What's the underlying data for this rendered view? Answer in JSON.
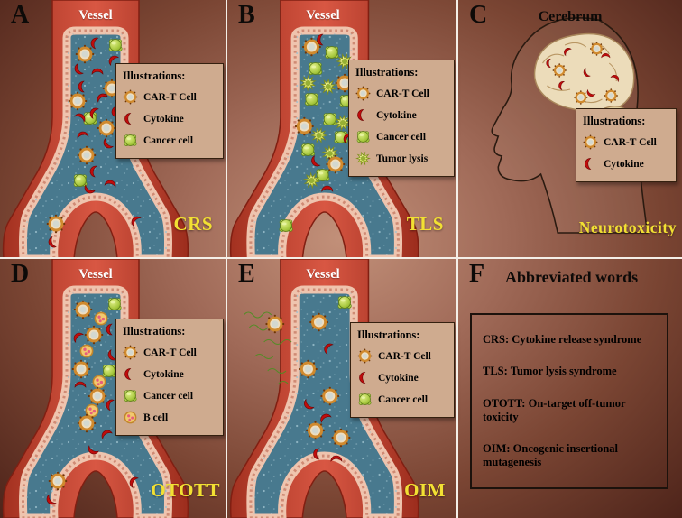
{
  "panels": {
    "a": {
      "letter": "A",
      "vessel_label": "Vessel",
      "name": "CRS",
      "legend": {
        "title": "Illustrations:",
        "items": [
          {
            "icon": "car-t-cell-icon",
            "label": "CAR-T Cell"
          },
          {
            "icon": "cytokine-icon",
            "label": "Cytokine"
          },
          {
            "icon": "cancer-cell-icon",
            "label": "Cancer cell"
          }
        ]
      }
    },
    "b": {
      "letter": "B",
      "vessel_label": "Vessel",
      "name": "TLS",
      "legend": {
        "title": "Illustrations:",
        "items": [
          {
            "icon": "car-t-cell-icon",
            "label": "CAR-T Cell"
          },
          {
            "icon": "cytokine-icon",
            "label": "Cytokine"
          },
          {
            "icon": "cancer-cell-icon",
            "label": "Cancer cell"
          },
          {
            "icon": "tumor-lysis-icon",
            "label": "Tumor lysis"
          }
        ]
      }
    },
    "c": {
      "letter": "C",
      "title": "Cerebrum",
      "name": "Neurotoxicity",
      "legend": {
        "title": "Illustrations:",
        "items": [
          {
            "icon": "car-t-cell-icon",
            "label": "CAR-T Cell"
          },
          {
            "icon": "cytokine-icon",
            "label": "Cytokine"
          }
        ]
      }
    },
    "d": {
      "letter": "D",
      "vessel_label": "Vessel",
      "name": "OTOTT",
      "legend": {
        "title": "Illustrations:",
        "items": [
          {
            "icon": "car-t-cell-icon",
            "label": "CAR-T Cell"
          },
          {
            "icon": "cytokine-icon",
            "label": "Cytokine"
          },
          {
            "icon": "cancer-cell-icon",
            "label": "Cancer cell"
          },
          {
            "icon": "b-cell-icon",
            "label": "B cell"
          }
        ]
      }
    },
    "e": {
      "letter": "E",
      "vessel_label": "Vessel",
      "name": "OIM",
      "legend": {
        "title": "Illustrations:",
        "items": [
          {
            "icon": "car-t-cell-icon",
            "label": "CAR-T Cell"
          },
          {
            "icon": "cytokine-icon",
            "label": "Cytokine"
          },
          {
            "icon": "cancer-cell-icon",
            "label": "Cancer cell"
          }
        ]
      }
    },
    "f": {
      "letter": "F",
      "title": "Abbreviated words",
      "definitions": [
        "CRS: Cytokine release syndrome",
        "TLS: Tumor lysis syndrome",
        "OTOTT: On-target off-tumor toxicity",
        "OIM: Oncogenic insertional mutagenesis"
      ]
    }
  },
  "colors": {
    "caption_yellow": "#f2e033",
    "vessel_red": "#c0392b",
    "lumen_blue": "#48798e",
    "legend_bg": "#cfab8f",
    "background_dark": "#4e241a",
    "cancer_green": "#a8c93f",
    "cytokine_red": "#c00c0c",
    "cart_orange": "#d08a2e"
  }
}
